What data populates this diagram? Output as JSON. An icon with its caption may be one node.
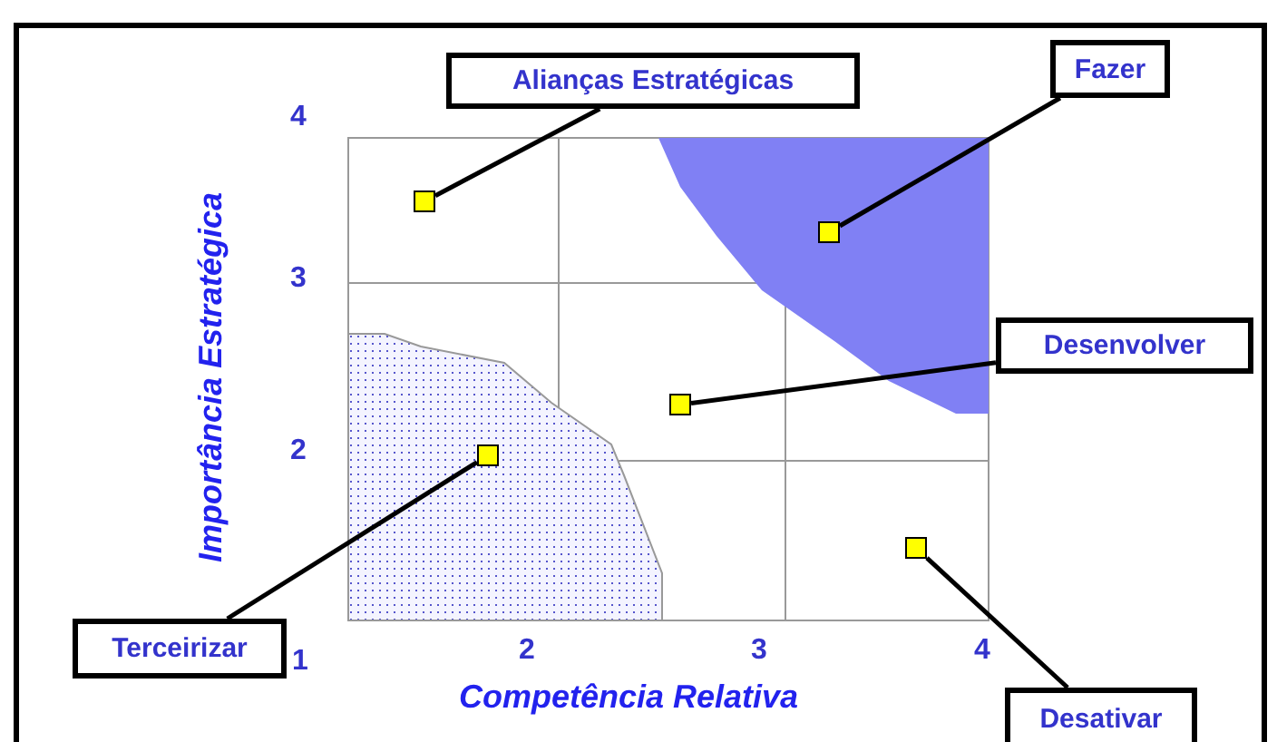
{
  "diagram": {
    "nodes": [
      {
        "text": [
          "Alianças Estratégicas"
        ]
      },
      {
        "text": [
          "Fazer"
        ]
      },
      {
        "text": [
          "Desenvolver"
        ]
      },
      {
        "text": [
          "Terceirizar"
        ]
      },
      {
        "text": [
          "Desativar"
        ]
      },
      {
        "text": [],
        "shape": "box"
      },
      {
        "text": [],
        "shape": "box"
      },
      {
        "text": [],
        "shape": "box"
      },
      {
        "text": [],
        "shape": "box"
      },
      {
        "text": [],
        "shape": "box"
      }
    ],
    "edges": [
      {
        "from": 0,
        "to": 5,
        "arrow": "none"
      },
      {
        "from": 1,
        "to": 6,
        "arrow": "none"
      },
      {
        "from": 2,
        "to": 7,
        "arrow": "none"
      },
      {
        "from": 3,
        "to": 8,
        "arrow": "none"
      },
      {
        "from": 4,
        "to": 9,
        "arrow": "none"
      }
    ],
    "labels": [
      "4",
      "Importância Estratégica",
      "3",
      "2",
      "1",
      "2",
      "3",
      "4",
      "Competência Relativa"
    ]
  }
}
